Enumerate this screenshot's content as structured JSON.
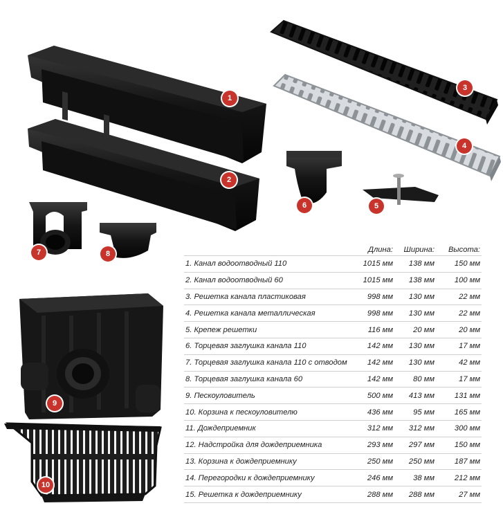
{
  "items": [
    {
      "name": "1.  Канал водоотводный 110",
      "length": "1015 мм",
      "width": "138 мм",
      "height": "150 мм"
    },
    {
      "name": "2.  Канал водоотводный 60",
      "length": "1015 мм",
      "width": "138 мм",
      "height": "100 мм"
    },
    {
      "name": "3.  Решетка канала пластиковая",
      "length": "998 мм",
      "width": "130 мм",
      "height": "22 мм"
    },
    {
      "name": "4.  Решетка канала металлическая",
      "length": "998 мм",
      "width": "130 мм",
      "height": "22 мм"
    },
    {
      "name": "5.  Крепеж решетки",
      "length": "116 мм",
      "width": "20 мм",
      "height": "20 мм"
    },
    {
      "name": "6.  Торцевая заглушка канала 110",
      "length": "142 мм",
      "width": "130 мм",
      "height": "17 мм"
    },
    {
      "name": "7.  Торцевая заглушка канала 110 с отводом",
      "length": "142 мм",
      "width": "130 мм",
      "height": "42 мм"
    },
    {
      "name": "8.  Торцевая заглушка канала 60",
      "length": "142 мм",
      "width": "80 мм",
      "height": "17 мм"
    },
    {
      "name": "9.  Пескоуловитель",
      "length": "500 мм",
      "width": "413 мм",
      "height": "131 мм"
    },
    {
      "name": "10. Корзина к пескоуловителю",
      "length": "436 мм",
      "width": "95 мм",
      "height": "165 мм"
    },
    {
      "name": "11. Дождеприемник",
      "length": "312 мм",
      "width": "312 мм",
      "height": "300 мм"
    },
    {
      "name": "12. Надстройка для дождеприемника",
      "length": "293 мм",
      "width": "297 мм",
      "height": "150 мм"
    },
    {
      "name": "13. Корзина к дождеприемнику",
      "length": "250 мм",
      "width": "250 мм",
      "height": "187 мм"
    },
    {
      "name": "14. Перегородки к дождеприемнику",
      "length": "246 мм",
      "width": "38 мм",
      "height": "212 мм"
    },
    {
      "name": "15. Решетка к дождеприемнику",
      "length": "288 мм",
      "width": "288 мм",
      "height": "27 мм"
    }
  ],
  "headers": {
    "length": "Длина:",
    "width": "Ширина:",
    "height": "Высота:"
  },
  "badges": [
    "1",
    "2",
    "3",
    "4",
    "5",
    "6",
    "7",
    "8",
    "9",
    "10"
  ],
  "colors": {
    "badge": "#c8342b",
    "plastic": "#1a1a1a",
    "metal": "#c8ccd0"
  },
  "icons": [
    "drainage-channel-110",
    "drainage-channel-60",
    "plastic-grate",
    "metal-grate",
    "grate-fastener",
    "end-cap-110",
    "end-cap-110-outlet",
    "end-cap-60",
    "sand-trap",
    "sand-trap-basket"
  ]
}
